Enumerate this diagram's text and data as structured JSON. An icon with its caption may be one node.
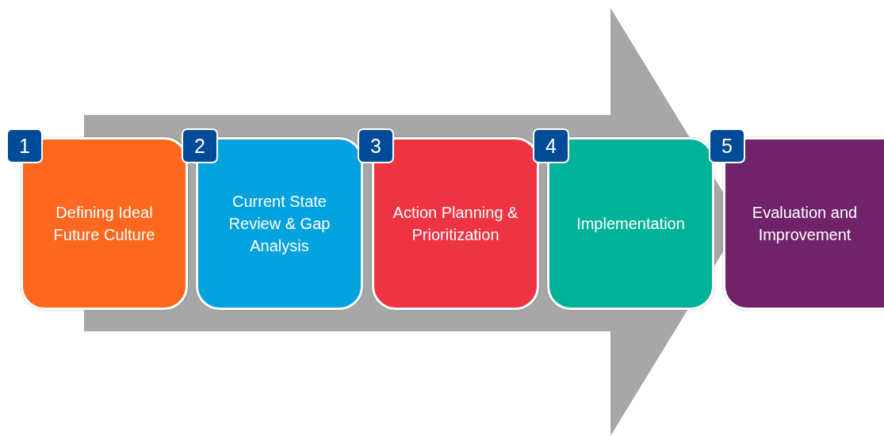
{
  "diagram": {
    "nodes": [
      {
        "text": [
          "1",
          "Defining Ideal Future Culture"
        ]
      },
      {
        "text": [
          "2",
          "Current State Review & Gap Analysis"
        ]
      },
      {
        "text": [
          "3",
          "Action Planning & Prioritization"
        ]
      },
      {
        "text": [
          "4",
          "Implementation"
        ]
      },
      {
        "text": [
          "5",
          "Evaluation and Improvement"
        ]
      }
    ],
    "edges": [
      {
        "from": 0,
        "to": 4,
        "arrow": "to"
      }
    ]
  }
}
